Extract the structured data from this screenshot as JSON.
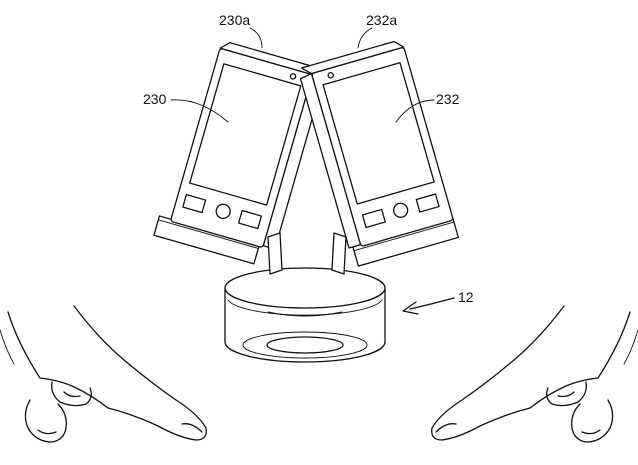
{
  "labels": {
    "left_phone_top": "230a",
    "right_phone_top": "232a",
    "left_phone": "230",
    "right_phone": "232",
    "stand": "12"
  },
  "colors": {
    "line": "#111111",
    "background": "#ffffff"
  }
}
